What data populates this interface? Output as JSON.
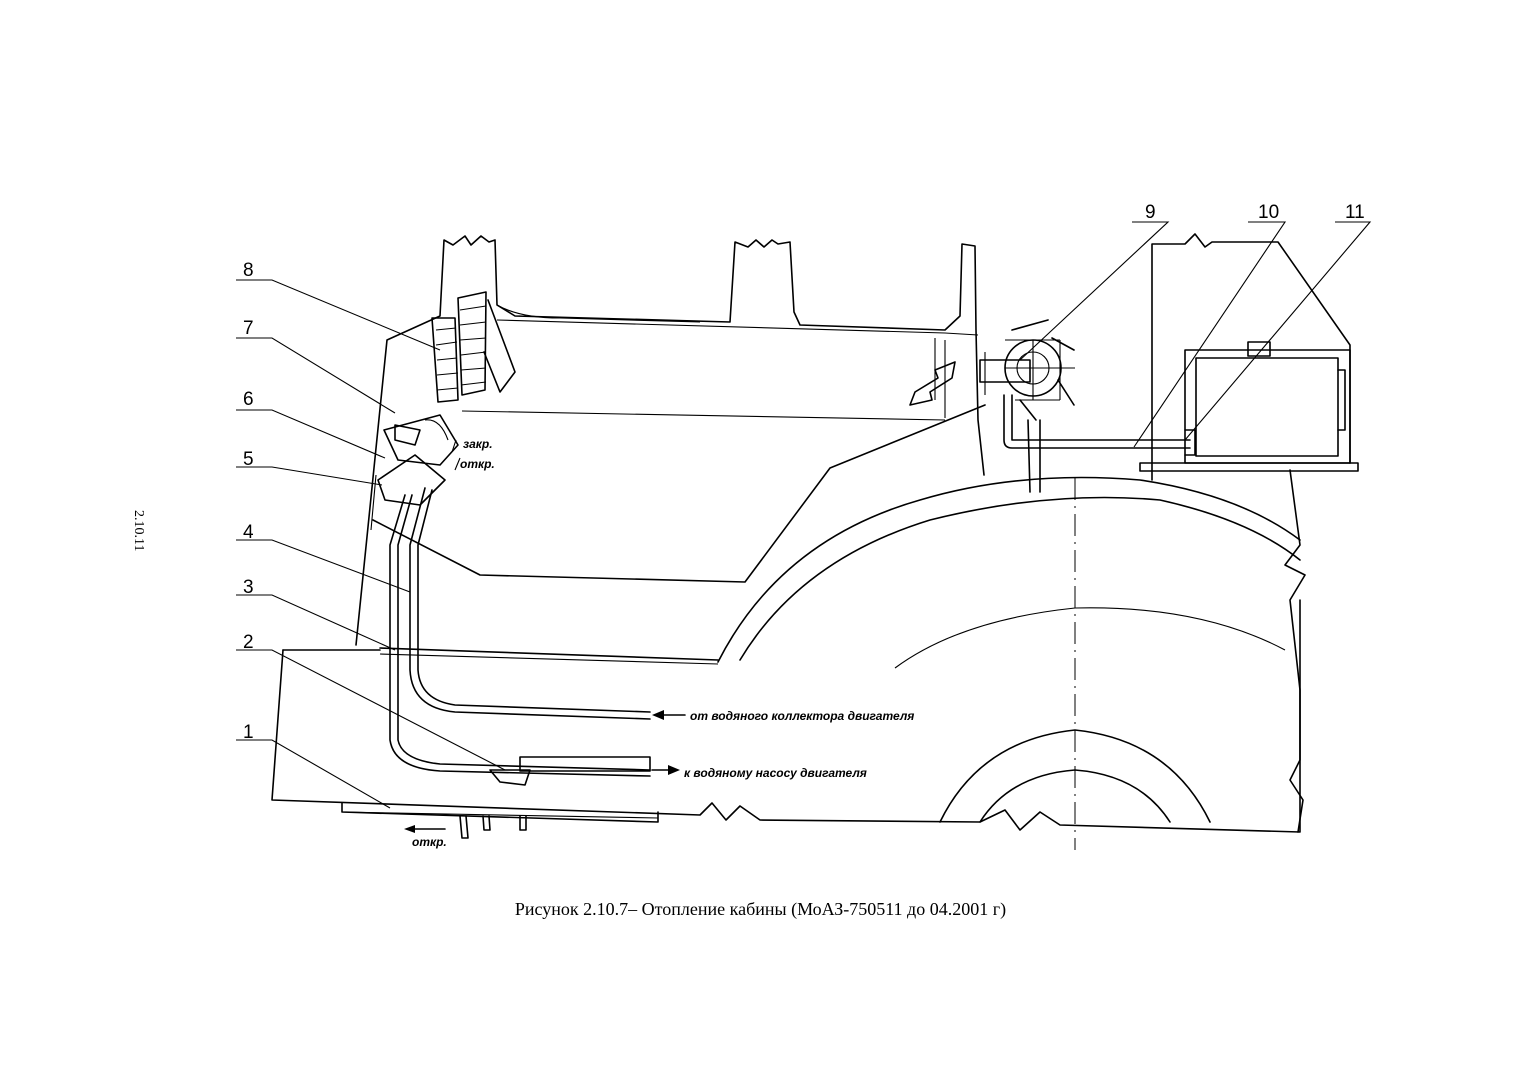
{
  "page_number": "2.10.11",
  "caption": "Рисунок 2.10.7– Отопление кабины (МоАЗ-750511 до 04.2001 г)",
  "callouts": [
    "1",
    "2",
    "3",
    "4",
    "5",
    "6",
    "7",
    "8",
    "9",
    "10",
    "11"
  ],
  "annotations": {
    "closed": "закр.",
    "open": "откр.",
    "from_collector": "от водяного коллектора двигателя",
    "to_pump": "к водяному насосу двигателя",
    "drain_open": "откр."
  }
}
